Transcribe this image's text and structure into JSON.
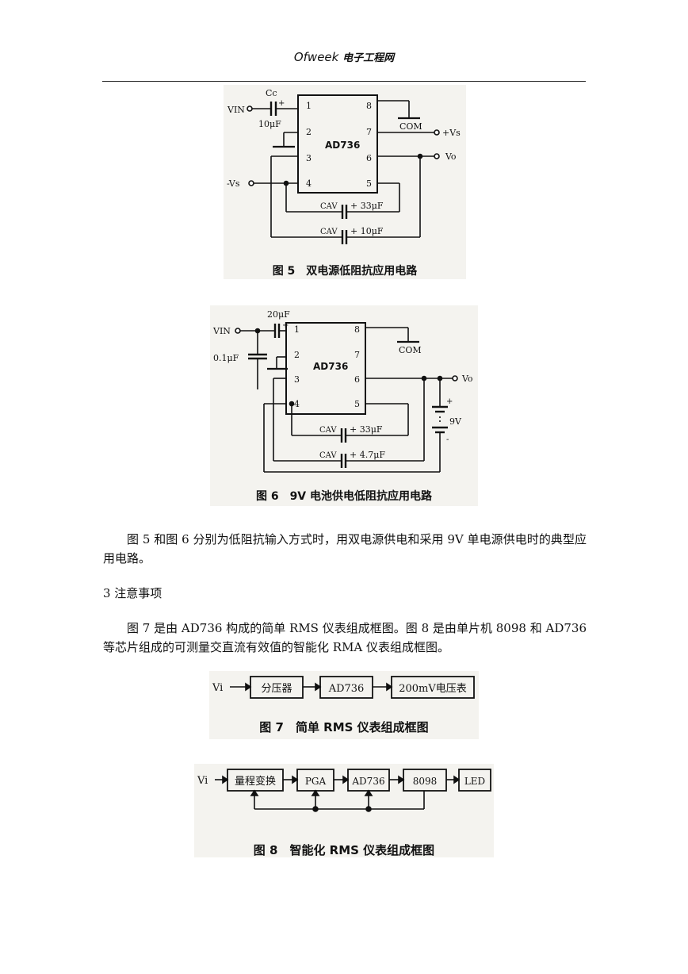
{
  "header": {
    "brand": "Ofweek",
    "subtitle": "电子工程网"
  },
  "fig5": {
    "caption": "图 5　双电源低阻抗应用电路",
    "chip": "AD736",
    "pins": [
      "1",
      "2",
      "3",
      "4",
      "5",
      "6",
      "7",
      "8"
    ],
    "vin": "VIN",
    "cc": "Cc",
    "cc_value": "10μF",
    "plus": "+",
    "com": "COM",
    "vs_pos": "+Vs",
    "vs_neg": "-Vs",
    "vo": "Vo",
    "cav1": "CAV",
    "cav1_value": "+ 33μF",
    "cav2": "CAV",
    "cav2_value": "+ 10μF"
  },
  "fig6": {
    "caption": "图 6　9V 电池供电低阻抗应用电路",
    "chip": "AD736",
    "pins": [
      "1",
      "2",
      "3",
      "4",
      "5",
      "6",
      "7",
      "8"
    ],
    "vin": "VIN",
    "c_in": "20μF",
    "plus": "+",
    "c_bypass": "0.1μF",
    "com": "COM",
    "vo": "Vo",
    "battery": "9V",
    "bat_plus": "+",
    "bat_minus": "-",
    "cav1": "CAV",
    "cav1_value": "+ 33μF",
    "cav2": "CAV",
    "cav2_value": "+ 4.7μF"
  },
  "para1": "图 5 和图 6 分别为低阻抗输入方式时，用双电源供电和采用 9V 单电源供电时的典型应用电路。",
  "heading": "3 注意事项",
  "para2": "图 7 是由 AD736 构成的简单 RMS 仪表组成框图。图 8 是由单片机 8098 和 AD736 等芯片组成的可测量交直流有效值的智能化 RMA 仪表组成框图。",
  "fig7": {
    "caption": "图 7　简单 RMS 仪表组成框图",
    "input": "Vi",
    "blocks": [
      "分压器",
      "AD736",
      "200mV电压表"
    ]
  },
  "fig8": {
    "caption": "图 8　智能化 RMS 仪表组成框图",
    "input": "Vi",
    "blocks": [
      "量程变换",
      "PGA",
      "AD736",
      "8098",
      "LED"
    ]
  }
}
